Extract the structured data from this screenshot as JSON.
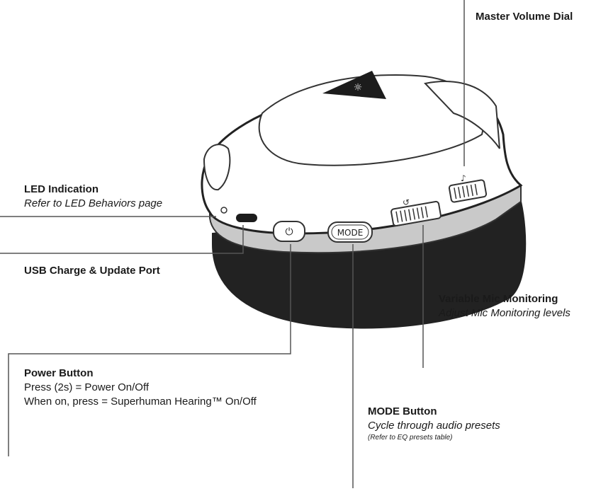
{
  "labels": {
    "master_volume": {
      "title": "Master Volume Dial"
    },
    "led": {
      "title": "LED Indication",
      "subtitle": "Refer to LED Behaviors page"
    },
    "usb": {
      "title": "USB Charge & Update Port"
    },
    "mic_monitor": {
      "title": "Variable Mic Monitoring",
      "subtitle": "Adjust Mic Monitoring levels"
    },
    "power": {
      "title": "Power Button",
      "line1": "Press (2s) = Power On/Off",
      "line2": "When on, press = Superhuman Hearing™ On/Off"
    },
    "mode": {
      "title": "MODE Button",
      "subtitle": "Cycle through audio presets",
      "note": "(Refer to EQ presets table)"
    }
  },
  "device": {
    "mode_button_text": "MODE",
    "body_color": "#222222",
    "band_color": "#c9c9c9",
    "shell_color": "#ffffff",
    "line_color": "#555555"
  }
}
